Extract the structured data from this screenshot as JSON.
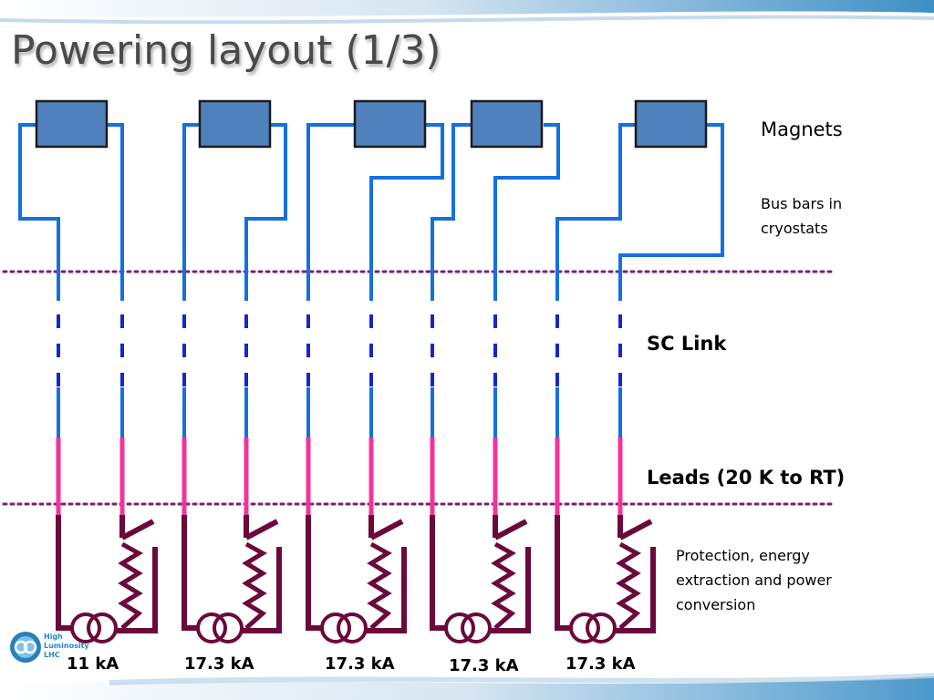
{
  "slide": {
    "title": "Powering layout (1/3)"
  },
  "labels": {
    "magnets": "Magnets",
    "bus_bars": "Bus bars in cryostats",
    "sc_link": "SC Link",
    "leads": "Leads (20 K to RT)",
    "protection": "Protection, energy extraction and power conversion"
  },
  "circuits": [
    {
      "current": "11 kA"
    },
    {
      "current": "17.3 kA"
    },
    {
      "current": "17.3 kA"
    },
    {
      "current": "17.3 kA"
    },
    {
      "current": "17.3 kA"
    }
  ],
  "logo": {
    "line1": "High",
    "line2": "Luminosity",
    "line3": "LHC"
  },
  "colors": {
    "magnet_fill": "#4f81bd",
    "magnet_border": "#1a1a1a",
    "busbar": "#1570e0",
    "sc_link": "#1428c8",
    "lead": "#f0359a",
    "power": "#6b0a3a",
    "dotted_line": "#7a1f6e",
    "header_band": "#3d8fc6"
  }
}
